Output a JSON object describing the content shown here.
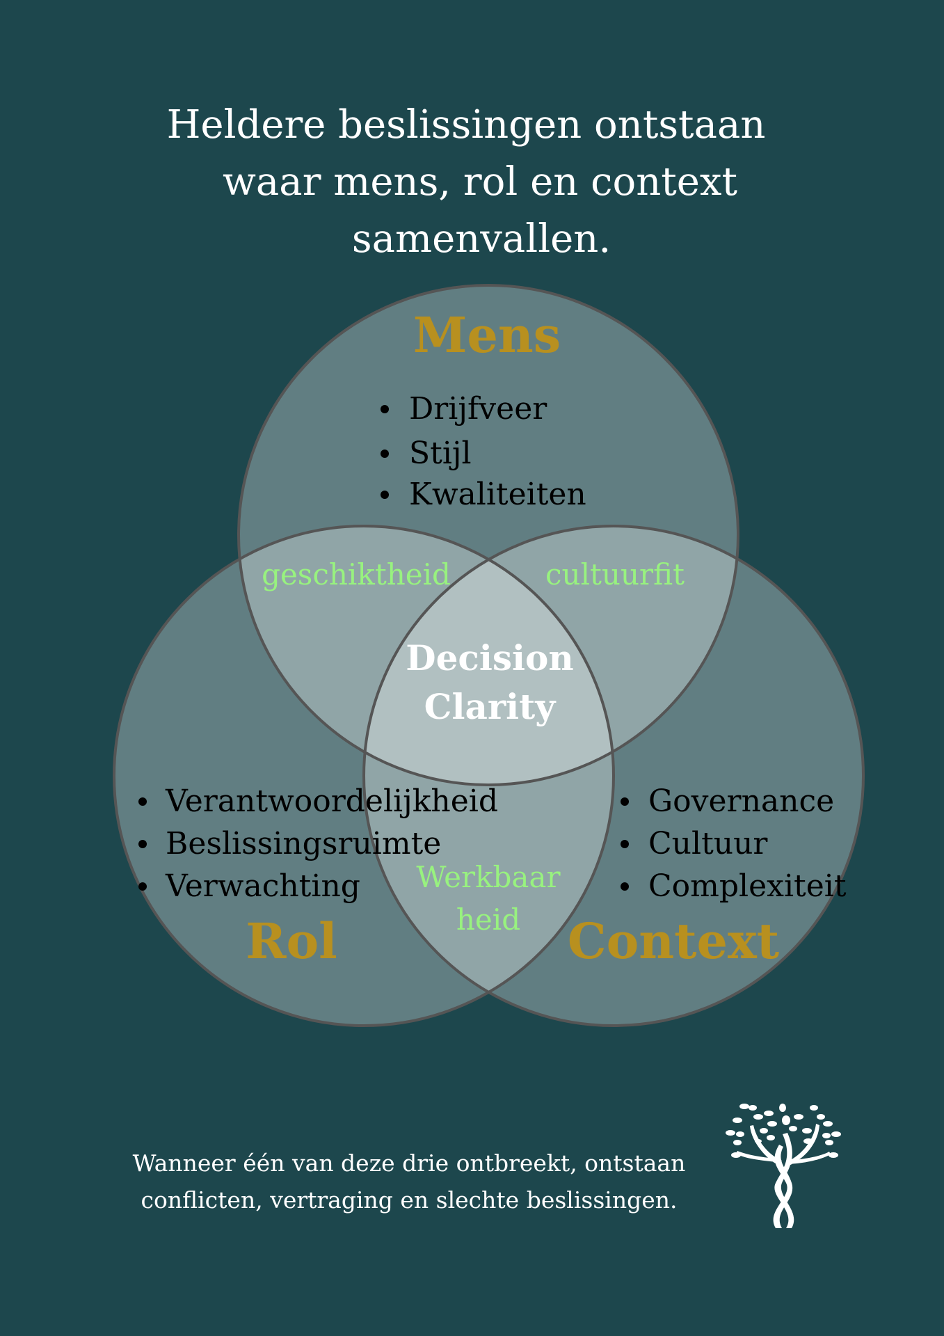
{
  "title": {
    "lines": [
      "Heldere beslissingen ontstaan",
      "waar mens, rol en context",
      "samenvallen."
    ]
  },
  "venn": {
    "mens": {
      "label": "Mens",
      "items": [
        "Drijfveer",
        "Stijl",
        "Kwaliteiten"
      ]
    },
    "rol": {
      "label": "Rol",
      "items": [
        "Verantwoordelijkheid",
        "Beslissingsruimte",
        "Verwachting"
      ]
    },
    "context": {
      "label": "Context",
      "items": [
        "Governance",
        "Cultuur",
        "Complexiteit"
      ]
    },
    "overlaps": {
      "mens_rol": "geschiktheid",
      "mens_context": "cultuurfit",
      "rol_context_1": "Werkbaar",
      "rol_context_2": "heid"
    },
    "center": {
      "line1": "Decision",
      "line2": "Clarity"
    }
  },
  "footer": {
    "lines": [
      "Wanneer één van deze drie ontbreekt, ontstaan",
      "conflicten, vertraging en slechte beslissingen."
    ]
  },
  "logo": {
    "icon": "tree-dna-icon"
  },
  "colors": {
    "background": "#1d474d",
    "heading": "#b8901f",
    "overlap_text": "#98f27f",
    "stroke": "#555555"
  }
}
